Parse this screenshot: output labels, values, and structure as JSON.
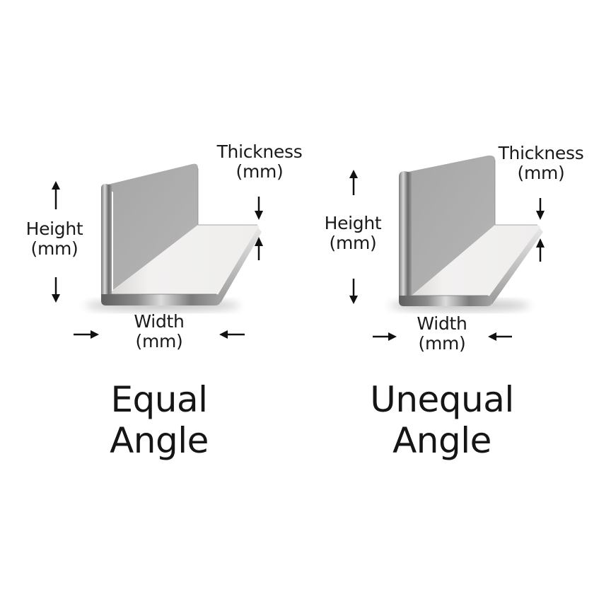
{
  "diagrams": [
    {
      "id": "equal",
      "caption_line1": "Equal",
      "caption_line2": "Angle",
      "height_label": "Height",
      "height_unit": "(mm)",
      "width_label": "Width",
      "width_unit": "(mm)",
      "thickness_label": "Thickness",
      "thickness_unit": "(mm)"
    },
    {
      "id": "unequal",
      "caption_line1": "Unequal",
      "caption_line2": "Angle",
      "height_label": "Height",
      "height_unit": "(mm)",
      "width_label": "Width",
      "width_unit": "(mm)",
      "thickness_label": "Thickness",
      "thickness_unit": "(mm)"
    }
  ],
  "icons": {
    "arrow_up": "arrow-up-icon",
    "arrow_down": "arrow-down-icon",
    "arrow_left": "arrow-left-icon",
    "arrow_right": "arrow-right-icon"
  },
  "colors": {
    "background": "#ffffff",
    "text": "#1a1a1a",
    "metal_face_dark": "#a9a9a9",
    "metal_face_light": "#f1f0ef",
    "metal_edge": "#6e6e6e"
  }
}
